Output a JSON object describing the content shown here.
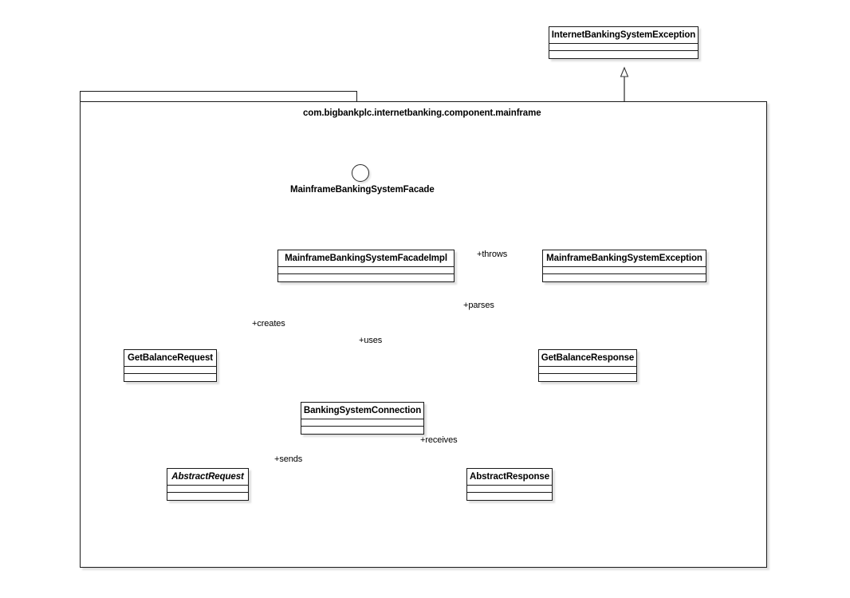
{
  "diagram": {
    "type": "uml-class-diagram",
    "background": "#ffffff",
    "line_color": "#3a3a3a",
    "text_color": "#000000"
  },
  "package": {
    "name": "com.bigbankplc.internetbanking.component.mainframe"
  },
  "external_classes": [
    {
      "id": "internet-banking-system-exception",
      "name": "InternetBankingSystemException",
      "abstract": false
    }
  ],
  "interface": {
    "id": "mainframe-banking-system-facade",
    "name": "MainframeBankingSystemFacade",
    "notation": "lollipop"
  },
  "classes": [
    {
      "id": "mainframe-banking-system-facade-impl",
      "name": "MainframeBankingSystemFacadeImpl",
      "abstract": false
    },
    {
      "id": "mainframe-banking-system-exception",
      "name": "MainframeBankingSystemException",
      "abstract": false
    },
    {
      "id": "get-balance-request",
      "name": "GetBalanceRequest",
      "abstract": false
    },
    {
      "id": "get-balance-response",
      "name": "GetBalanceResponse",
      "abstract": false
    },
    {
      "id": "banking-system-connection",
      "name": "BankingSystemConnection",
      "abstract": false
    },
    {
      "id": "abstract-request",
      "name": "AbstractRequest",
      "abstract": true
    },
    {
      "id": "abstract-response",
      "name": "AbstractResponse",
      "abstract": false
    }
  ],
  "relationships": [
    {
      "id": "rel-throws",
      "from": "mainframe-banking-system-facade-impl",
      "to": "mainframe-banking-system-exception",
      "kind": "dependency",
      "label": "+throws"
    },
    {
      "id": "rel-creates",
      "from": "mainframe-banking-system-facade-impl",
      "to": "get-balance-request",
      "kind": "dependency",
      "label": "+creates"
    },
    {
      "id": "rel-uses",
      "from": "mainframe-banking-system-facade-impl",
      "to": "banking-system-connection",
      "kind": "dependency",
      "label": "+uses"
    },
    {
      "id": "rel-parses",
      "from": "mainframe-banking-system-facade-impl",
      "to": "get-balance-response",
      "kind": "dependency",
      "label": "+parses"
    },
    {
      "id": "rel-sends",
      "from": "banking-system-connection",
      "to": "abstract-request",
      "kind": "dependency",
      "label": "+sends"
    },
    {
      "id": "rel-receives",
      "from": "banking-system-connection",
      "to": "abstract-response",
      "kind": "dependency",
      "label": "+receives"
    },
    {
      "id": "rel-gen-request",
      "from": "get-balance-request",
      "to": "abstract-request",
      "kind": "generalization",
      "label": ""
    },
    {
      "id": "rel-gen-response",
      "from": "get-balance-response",
      "to": "abstract-response",
      "kind": "generalization",
      "label": ""
    },
    {
      "id": "rel-gen-exception",
      "from": "mainframe-banking-system-exception",
      "to": "internet-banking-system-exception",
      "kind": "generalization",
      "label": ""
    },
    {
      "id": "rel-realization",
      "from": "mainframe-banking-system-facade-impl",
      "to": "mainframe-banking-system-facade",
      "kind": "realization",
      "label": ""
    }
  ]
}
